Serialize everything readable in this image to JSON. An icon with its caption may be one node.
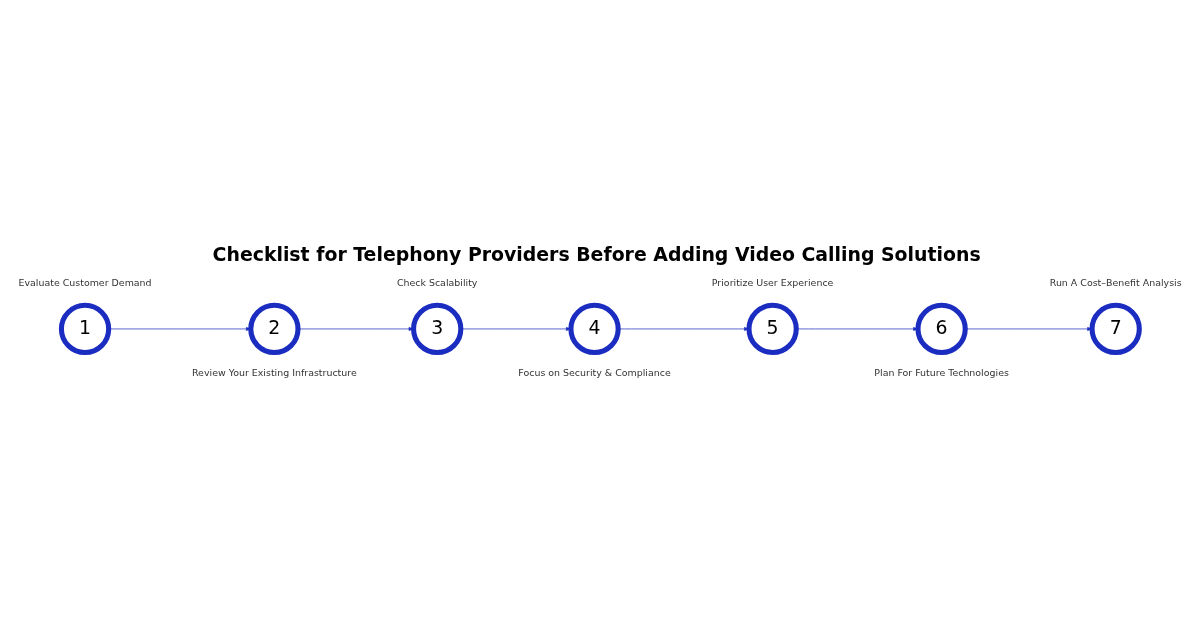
{
  "diagram": {
    "title": "Checklist for Telephony Providers Before Adding Video Calling Solutions",
    "nodes": [
      {
        "text": [
          "1"
        ],
        "beside": [
          "Evaluate Customer Demand"
        ]
      },
      {
        "text": [
          "2"
        ],
        "beside": [
          "Review Your Existing Infrastructure"
        ]
      },
      {
        "text": [
          "3"
        ],
        "beside": [
          "Check Scalability"
        ]
      },
      {
        "text": [
          "4"
        ],
        "beside": [
          "Focus on Security & Compliance"
        ]
      },
      {
        "text": [
          "5"
        ],
        "beside": [
          "Prioritize User Experience"
        ]
      },
      {
        "text": [
          "6"
        ],
        "beside": [
          "Plan For Future Technologies"
        ]
      },
      {
        "text": [
          "7"
        ],
        "beside": [
          "Run A Cost–Benefit Analysis"
        ]
      }
    ],
    "edges": [
      {
        "from": 0,
        "to": 1,
        "arrow": "to"
      },
      {
        "from": 1,
        "to": 2,
        "arrow": "to"
      },
      {
        "from": 2,
        "to": 3,
        "arrow": "to"
      },
      {
        "from": 3,
        "to": 4,
        "arrow": "to"
      },
      {
        "from": 4,
        "to": 5,
        "arrow": "to"
      },
      {
        "from": 5,
        "to": 6,
        "arrow": "to"
      }
    ]
  }
}
